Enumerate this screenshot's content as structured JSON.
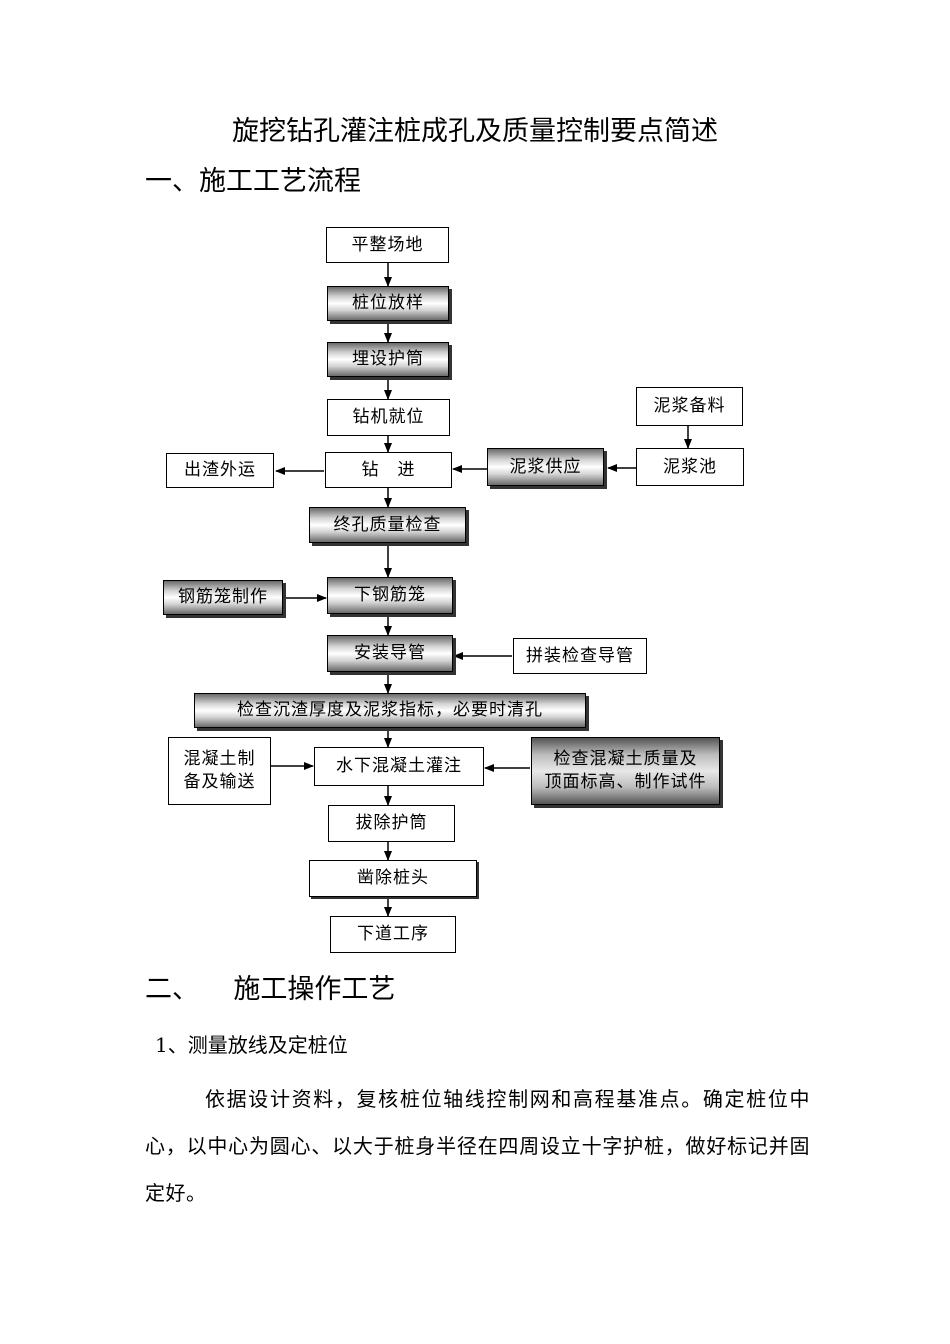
{
  "title": "旋挖钻孔灌注桩成孔及质量控制要点简述",
  "section1": "一、施工工艺流程",
  "section2": "二、    施工操作工艺",
  "subsection1": "1、测量放线及定桩位",
  "paragraph1": "依据设计资料，复核桩位轴线控制网和高程基准点。确定桩位中心，以中心为圆心、以大于桩身半径在四周设立十字护桩，做好标记并固定好。",
  "flow": {
    "b1": "平整场地",
    "b2": "桩位放样",
    "b3": "埋设护筒",
    "b4": "钻机就位",
    "b5": "钻　进",
    "b6": "终孔质量检查",
    "b7": "下钢筋笼",
    "b8": "安装导管",
    "b9": "检查沉渣厚度及泥浆指标，必要时清孔",
    "b10": "水下混凝土灌注",
    "b11": "拔除护筒",
    "b12": "凿除桩头",
    "b13": "下道工序",
    "s_mud_material": "泥浆备料",
    "s_mud_pool": "泥浆池",
    "s_mud_supply": "泥浆供应",
    "s_slag": "出渣外运",
    "s_cage_make": "钢筋笼制作",
    "s_pipe_check": "拼装检查导管",
    "s_concrete_prep": "混凝土制\n备及输送",
    "s_concrete_check": "检查混凝土质量及\n顶面标高、制作试件"
  }
}
